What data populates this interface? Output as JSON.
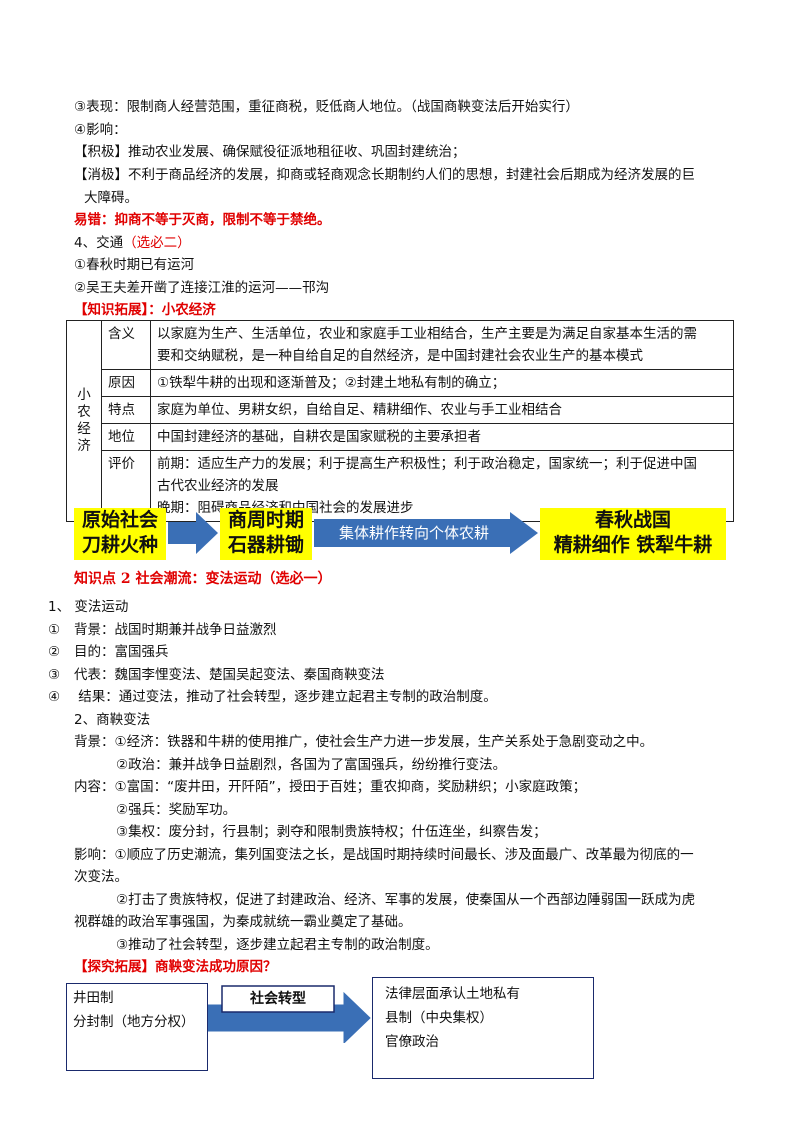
{
  "top": {
    "l1": "③表现：限制商人经营范围，重征商税，贬低商人地位。（战国商鞅变法后开始实行）",
    "l2": "④影响：",
    "l3": "【积极】推动农业发展、确保赋役征派地租征收、巩固封建统治；",
    "l4a": "【消极】不利于商品经济的发展，抑商或轻商观念长期制约人们的思想，封建社会后期成为经济发展的巨",
    "l4b": "大障碍。",
    "l5": "易错：抑商不等于灭商，限制不等于禁绝。",
    "l6a": "4、交通",
    "l6b": "（选必二）",
    "l7": "①春秋时期已有运河",
    "l8": "②吴王夫差开凿了连接江淮的运河——邗沟",
    "l9": "【知识拓展】：小农经济"
  },
  "table": {
    "label": [
      "小",
      "农",
      "经",
      "济"
    ],
    "rows": [
      {
        "key": "含义",
        "lines": [
          "以家庭为生产、生活单位，农业和家庭手工业相结合，生产主要是为满足自家基本生活的需",
          "要和交纳赋税，是一种自给自足的自然经济，是中国封建社会农业生产的基本模式"
        ]
      },
      {
        "key": "原因",
        "lines": [
          "①铁犁牛耕的出现和逐渐普及；②封建土地私有制的确立；"
        ]
      },
      {
        "key": "特点",
        "lines": [
          "家庭为单位、男耕女织，自给自足、精耕细作、农业与手工业相结合"
        ]
      },
      {
        "key": "地位",
        "lines": [
          "中国封建经济的基础，自耕农是国家赋税的主要承担者"
        ]
      },
      {
        "key": "评价",
        "lines": [
          "前期：适应生产力的发展；利于提高生产积极性；利于政治稳定，国家统一；利于促进中国",
          "古代农业经济的发展",
          "晚期：阻碍商品经济和中国社会的发展进步"
        ]
      }
    ]
  },
  "flow": {
    "b1a": "原始社会",
    "b1b": "刀耕火种",
    "b2a": "商周时期",
    "b2b": "石器耕锄",
    "arrow_text": "集体耕作转向个体农耕",
    "b3a": "春秋战国",
    "b3b": "精耕细作  铁犁牛耕"
  },
  "kp2": {
    "title": "知识点 2   社会潮流：变法运动（选必一）",
    "h1": "1、 变法运动",
    "i1n": "①",
    "i1": "背景：战国时期兼并战争日益激烈",
    "i2n": "②",
    "i2": "目的：富国强兵",
    "i3n": "③",
    "i3": "代表：魏国李悝变法、楚国吴起变法、秦国商鞅变法",
    "i4n": "④",
    "i4": " 结果：通过变法，推动了社会转型，逐步建立起君主专制的政治制度。",
    "h2": "2、商鞅变法",
    "bg1": "背景：①经济：铁器和牛耕的使用推广，使社会生产力进一步发展，生产关系处于急剧变动之中。",
    "bg2": "②政治：兼并战争日益剧烈，各国为了富国强兵，纷纷推行变法。",
    "nr1": "内容：①富国：“废井田，开阡陌”，授田于百姓；重农抑商，奖励耕织；小家庭政策；",
    "nr2": "②强兵：奖励军功。",
    "nr3": "③集权：废分封，行县制；剥夺和限制贵族特权；什伍连坐，纠察告发；",
    "yx1a": "影响：①顺应了历史潮流，集列国变法之长，是战国时期持续时间最长、涉及面最广、改革最为彻底的一",
    "yx1b": "次变法。",
    "yx2a": "②打击了贵族特权，促进了封建政治、经济、军事的发展，使秦国从一个西部边陲弱国一跃成为虎",
    "yx2b": "视群雄的政治军事强国，为秦成就统一霸业奠定了基础。",
    "yx3": "③推动了社会转型，逐步建立起君主专制的政治制度。",
    "explore": "【探究拓展】商鞅变法成功原因？"
  },
  "diagram": {
    "left": [
      "井田制",
      "分封制（地方分权）"
    ],
    "middle": "社会转型",
    "right": [
      "法律层面承认土地私有",
      "县制（中央集权）",
      "官僚政治"
    ]
  },
  "colors": {
    "highlight": "#ffff00",
    "arrow": "#3a6fb6",
    "red": "#e00000",
    "diagram_border": "#1a2a6c"
  }
}
